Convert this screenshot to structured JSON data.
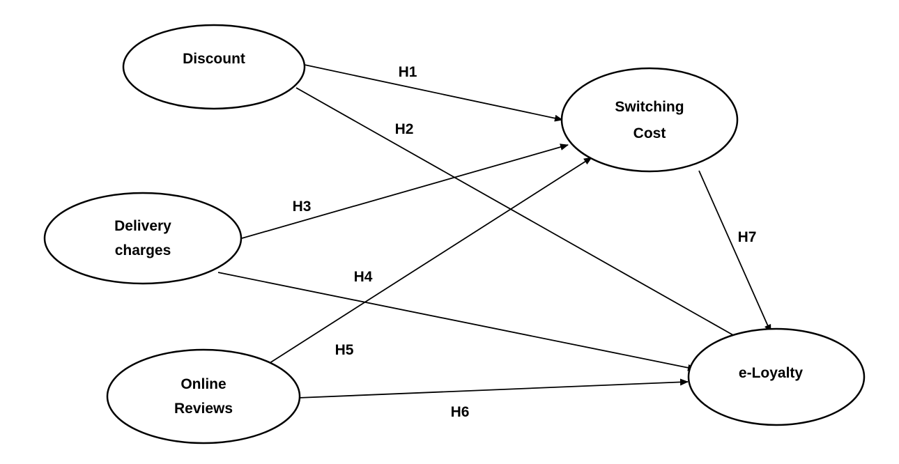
{
  "nodes": {
    "discount": {
      "label_lines": [
        "Discount"
      ]
    },
    "delivery": {
      "label_lines": [
        "Delivery",
        "charges"
      ]
    },
    "reviews": {
      "label_lines": [
        "Online",
        "Reviews"
      ]
    },
    "switching": {
      "label_lines": [
        "Switching",
        "Cost"
      ]
    },
    "loyalty": {
      "label_lines": [
        "e-Loyalty"
      ]
    }
  },
  "edges": [
    {
      "id": "h1",
      "from": "Discount",
      "to": "Switching Cost",
      "label": "H1"
    },
    {
      "id": "h2",
      "from": "Discount",
      "to": "e-Loyalty",
      "label": "H2"
    },
    {
      "id": "h3",
      "from": "Delivery charges",
      "to": "Switching Cost",
      "label": "H3"
    },
    {
      "id": "h4",
      "from": "Delivery charges",
      "to": "e-Loyalty",
      "label": "H4"
    },
    {
      "id": "h5",
      "from": "Online Reviews",
      "to": "Switching Cost",
      "label": "H5"
    },
    {
      "id": "h6",
      "from": "Online Reviews",
      "to": "e-Loyalty",
      "label": "H6"
    },
    {
      "id": "h7",
      "from": "Switching Cost",
      "to": "e-Loyalty",
      "label": "H7"
    }
  ]
}
